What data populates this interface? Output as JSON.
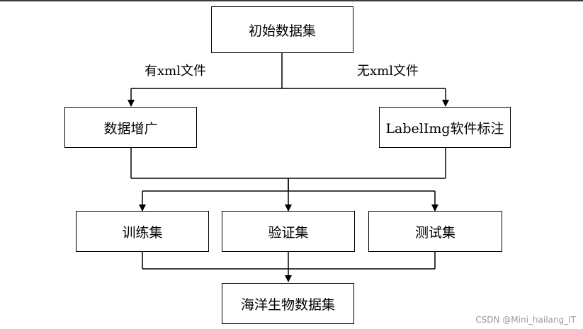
{
  "nodes": {
    "initial": "初始数据集",
    "augment": "数据增广",
    "labelimg": "LabelImg软件标注",
    "train": "训练集",
    "val": "验证集",
    "test": "测试集",
    "final": "海洋生物数据集"
  },
  "edges": {
    "left_label": "有xml文件",
    "right_label": "无xml文件"
  },
  "watermark": "CSDN @Mini_hailang_IT"
}
